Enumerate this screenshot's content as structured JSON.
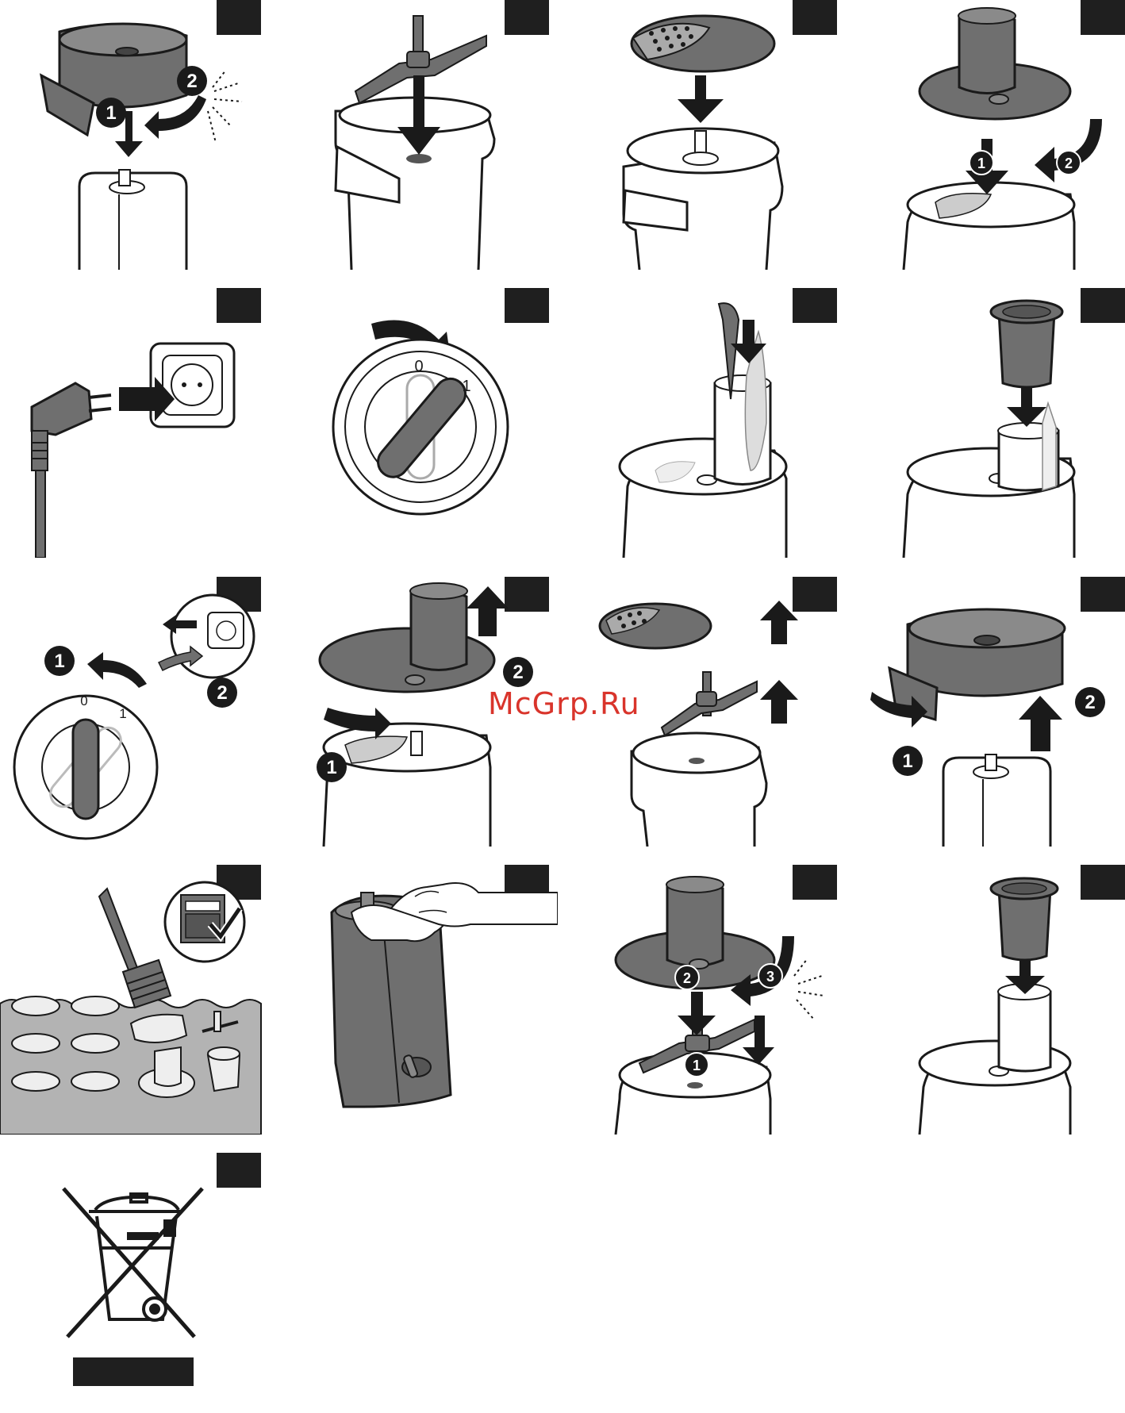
{
  "watermark": "McGrp.Ru",
  "badges": {
    "one": "1",
    "two": "2",
    "three": "3"
  },
  "switch_marks": {
    "off": "0",
    "on": "1"
  },
  "colors": {
    "part_gray": "#6f6f6f",
    "dark": "#1f1f1f",
    "water": "#b3b3b3",
    "outline": "#1a1a1a",
    "watermark": "#d9342b"
  },
  "panels": [
    {
      "id": "1",
      "icon": "assemble-bowl"
    },
    {
      "id": "2",
      "icon": "insert-blade"
    },
    {
      "id": "3",
      "icon": "insert-disc"
    },
    {
      "id": "4",
      "icon": "attach-lid"
    },
    {
      "id": "5",
      "icon": "plug-in"
    },
    {
      "id": "6",
      "icon": "switch-on"
    },
    {
      "id": "7",
      "icon": "feed-carrot"
    },
    {
      "id": "8",
      "icon": "pusher"
    },
    {
      "id": "9",
      "icon": "switch-off-unplug"
    },
    {
      "id": "10",
      "icon": "remove-lid"
    },
    {
      "id": "11",
      "icon": "remove-disc-blade"
    },
    {
      "id": "12",
      "icon": "remove-bowl"
    },
    {
      "id": "13",
      "icon": "wash-parts"
    },
    {
      "id": "14",
      "icon": "wipe-base"
    },
    {
      "id": "15",
      "icon": "store-blade"
    },
    {
      "id": "16",
      "icon": "store-pusher"
    },
    {
      "id": "17",
      "icon": "weee-disposal"
    }
  ]
}
